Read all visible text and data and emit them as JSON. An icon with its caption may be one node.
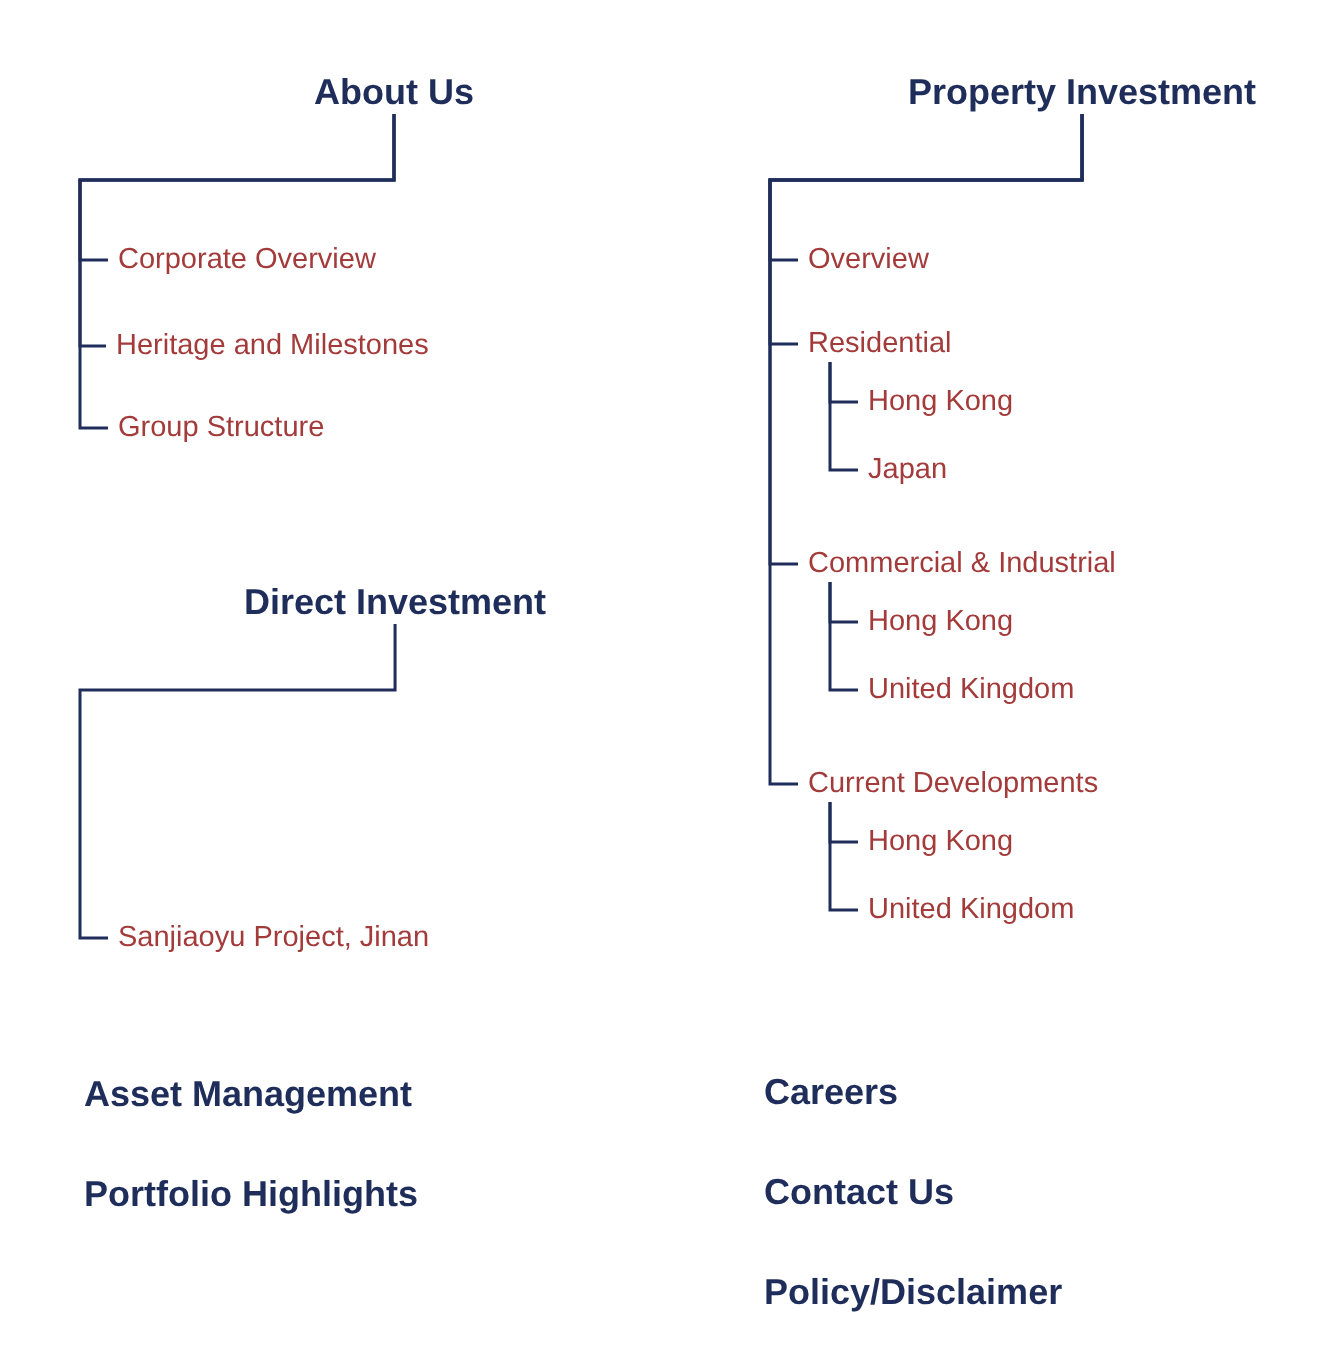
{
  "diagram": {
    "nodes": [
      {
        "text": [
          "About Us"
        ]
      },
      {
        "text": [
          "Corporate Overview"
        ]
      },
      {
        "text": [
          "Heritage and Milestones"
        ]
      },
      {
        "text": [
          "Group Structure"
        ]
      },
      {
        "text": [
          "Property Investment"
        ]
      },
      {
        "text": [
          "Overview"
        ]
      },
      {
        "text": [
          "Residential"
        ]
      },
      {
        "text": [
          "Hong Kong"
        ]
      },
      {
        "text": [
          "Japan"
        ]
      },
      {
        "text": [
          "Commercial & Industrial"
        ]
      },
      {
        "text": [
          "Hong Kong"
        ]
      },
      {
        "text": [
          "United Kingdom"
        ]
      },
      {
        "text": [
          "Current Developments"
        ]
      },
      {
        "text": [
          "Hong Kong"
        ]
      },
      {
        "text": [
          "United Kingdom"
        ]
      },
      {
        "text": [
          "Direct Investment"
        ]
      },
      {
        "text": [
          "Sanjiaoyu Project, Jinan"
        ]
      },
      {
        "text": [
          "Asset Management"
        ]
      },
      {
        "text": [
          "Portfolio Highlights"
        ]
      },
      {
        "text": [
          "Careers"
        ]
      },
      {
        "text": [
          "Contact Us"
        ]
      },
      {
        "text": [
          "Policy/Disclaimer"
        ]
      }
    ],
    "edges": [
      {
        "from": 0,
        "to": 1,
        "arrow": "none"
      },
      {
        "from": 0,
        "to": 2,
        "arrow": "none"
      },
      {
        "from": 0,
        "to": 3,
        "arrow": "none"
      },
      {
        "from": 4,
        "to": 5,
        "arrow": "none"
      },
      {
        "from": 4,
        "to": 6,
        "arrow": "none"
      },
      {
        "from": 6,
        "to": 7,
        "arrow": "none"
      },
      {
        "from": 6,
        "to": 8,
        "arrow": "none"
      },
      {
        "from": 4,
        "to": 9,
        "arrow": "none"
      },
      {
        "from": 9,
        "to": 10,
        "arrow": "none"
      },
      {
        "from": 9,
        "to": 11,
        "arrow": "none"
      },
      {
        "from": 4,
        "to": 12,
        "arrow": "none"
      },
      {
        "from": 12,
        "to": 13,
        "arrow": "none"
      },
      {
        "from": 12,
        "to": 14,
        "arrow": "none"
      },
      {
        "from": 15,
        "to": 16,
        "arrow": "none"
      }
    ]
  }
}
